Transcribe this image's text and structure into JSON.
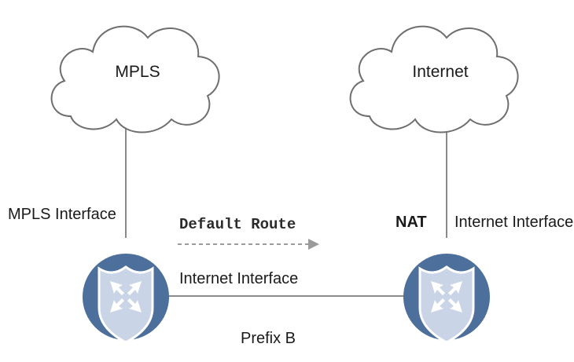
{
  "clouds": {
    "left": {
      "label": "MPLS"
    },
    "right": {
      "label": "Internet"
    }
  },
  "labels": {
    "mpls_interface": "MPLS Interface",
    "default_route": "Default Route",
    "internet_interface_left": "Internet Interface",
    "nat": "NAT",
    "internet_interface_right": "Internet Interface",
    "prefix": "Prefix B"
  },
  "routers": [
    {
      "icon": "router-shield-icon"
    },
    {
      "icon": "router-shield-icon"
    }
  ],
  "colors": {
    "cloud_stroke": "#6f6f6f",
    "line": "#8a8a8a",
    "router_fill": "#4d6f9b",
    "shield_fill": "#c9d4e6",
    "shield_stroke": "#ffffff",
    "arrow_fill": "#ffffff",
    "dashed_arrow": "#9b9b9b"
  }
}
